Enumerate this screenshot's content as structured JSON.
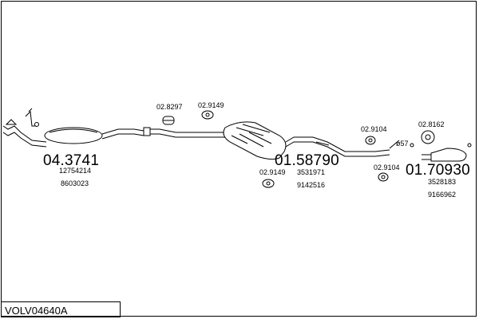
{
  "diagram": {
    "code": "VOLV04640A",
    "groups": [
      {
        "main_number": "04.3741",
        "refs": [
          "12754214",
          "8603023"
        ]
      },
      {
        "main_number": "01.58790",
        "refs": [
          "3531971",
          "9142516"
        ]
      },
      {
        "main_number": "01.70930",
        "refs": [
          "3528183",
          "9166962"
        ]
      }
    ],
    "accessory_labels": {
      "clamp_1": "02.8297",
      "hanger_1": "02.9149",
      "hanger_2": "02.9149",
      "hanger_3": "02.9104",
      "hanger_4": "02.9104",
      "clamp_2": "02.8162",
      "pipe_size": "ø57"
    }
  }
}
